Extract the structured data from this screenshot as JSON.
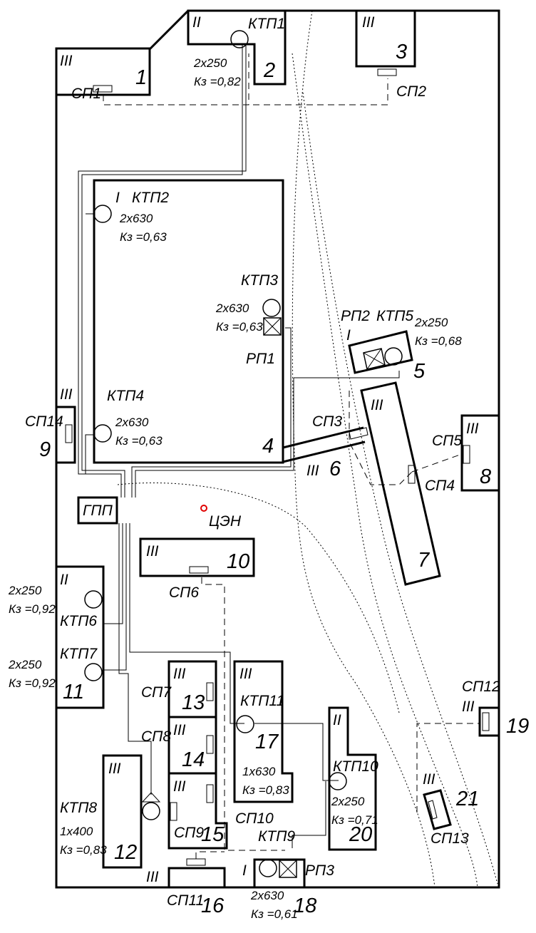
{
  "site_boundary": {},
  "buildings": [
    {
      "id": "b1",
      "number": "1",
      "category": "III"
    },
    {
      "id": "b2",
      "number": "2",
      "category": "II"
    },
    {
      "id": "b3",
      "number": "3",
      "category": "III"
    },
    {
      "id": "b4",
      "number": "4",
      "category": "I"
    },
    {
      "id": "b5",
      "number": "5",
      "category": "I"
    },
    {
      "id": "b6",
      "number": "6",
      "category": "III"
    },
    {
      "id": "b7",
      "number": "7",
      "category": "III"
    },
    {
      "id": "b8",
      "number": "8",
      "category": "III"
    },
    {
      "id": "b9",
      "number": "9",
      "category": "III"
    },
    {
      "id": "b10",
      "number": "10",
      "category": "III"
    },
    {
      "id": "b11",
      "number": "11",
      "category": "II"
    },
    {
      "id": "b12",
      "number": "12",
      "category": "III"
    },
    {
      "id": "b13",
      "number": "13",
      "category": "III"
    },
    {
      "id": "b14",
      "number": "14",
      "category": "III"
    },
    {
      "id": "b15",
      "number": "15",
      "category": "III"
    },
    {
      "id": "b16",
      "number": "16",
      "category": "III"
    },
    {
      "id": "b17",
      "number": "17",
      "category": "III"
    },
    {
      "id": "b18",
      "number": "18",
      "category": "I"
    },
    {
      "id": "b19",
      "number": "19",
      "category": "III"
    },
    {
      "id": "b20",
      "number": "20",
      "category": "II"
    },
    {
      "id": "b21",
      "number": "21",
      "category": "III"
    }
  ],
  "substations": [
    {
      "id": "ktp1",
      "name": "КТП1",
      "rating": "2х250",
      "k": "Кз =0,82"
    },
    {
      "id": "ktp2",
      "name": "КТП2",
      "rating": "2х630",
      "k": "Кз =0,63"
    },
    {
      "id": "ktp3",
      "name": "КТП3",
      "rating": "2х630",
      "k": "Кз =0,63"
    },
    {
      "id": "ktp4",
      "name": "КТП4",
      "rating": "2х630",
      "k": "Кз =0,63"
    },
    {
      "id": "ktp5",
      "name": "КТП5",
      "rating": "2х250",
      "k": "Кз =0,68"
    },
    {
      "id": "ktp6",
      "name": "КТП6",
      "rating": "2х250",
      "k": "Кз =0,92"
    },
    {
      "id": "ktp7",
      "name": "КТП7",
      "rating": "2х250",
      "k": "Кз =0,92"
    },
    {
      "id": "ktp8",
      "name": "КТП8",
      "rating": "1х400",
      "k": "Кз =0,83"
    },
    {
      "id": "ktp9",
      "name": "КТП9",
      "rating": "2х630",
      "k": "Кз =0,61"
    },
    {
      "id": "ktp10",
      "name": "КТП10",
      "rating": "2х250",
      "k": "Кз =0,71"
    },
    {
      "id": "ktp11",
      "name": "КТП11",
      "rating": "1х630",
      "k": "Кз =0,83"
    }
  ],
  "distribution_points": [
    {
      "id": "rp1",
      "name": "РП1"
    },
    {
      "id": "rp2",
      "name": "РП2"
    },
    {
      "id": "rp3",
      "name": "РП3"
    }
  ],
  "power_cabinets": [
    {
      "id": "sp1",
      "name": "СП1"
    },
    {
      "id": "sp2",
      "name": "СП2"
    },
    {
      "id": "sp3",
      "name": "СП3"
    },
    {
      "id": "sp4",
      "name": "СП4"
    },
    {
      "id": "sp5",
      "name": "СП5"
    },
    {
      "id": "sp6",
      "name": "СП6"
    },
    {
      "id": "sp7",
      "name": "СП7"
    },
    {
      "id": "sp8",
      "name": "СП8"
    },
    {
      "id": "sp9",
      "name": "СП9"
    },
    {
      "id": "sp10",
      "name": "СП10"
    },
    {
      "id": "sp11",
      "name": "СП11"
    },
    {
      "id": "sp12",
      "name": "СП12"
    },
    {
      "id": "sp13",
      "name": "СП13"
    },
    {
      "id": "sp14",
      "name": "СП14"
    }
  ],
  "main_substation": {
    "name": "ГПП"
  },
  "load_center": {
    "name": "ЦЭН"
  }
}
